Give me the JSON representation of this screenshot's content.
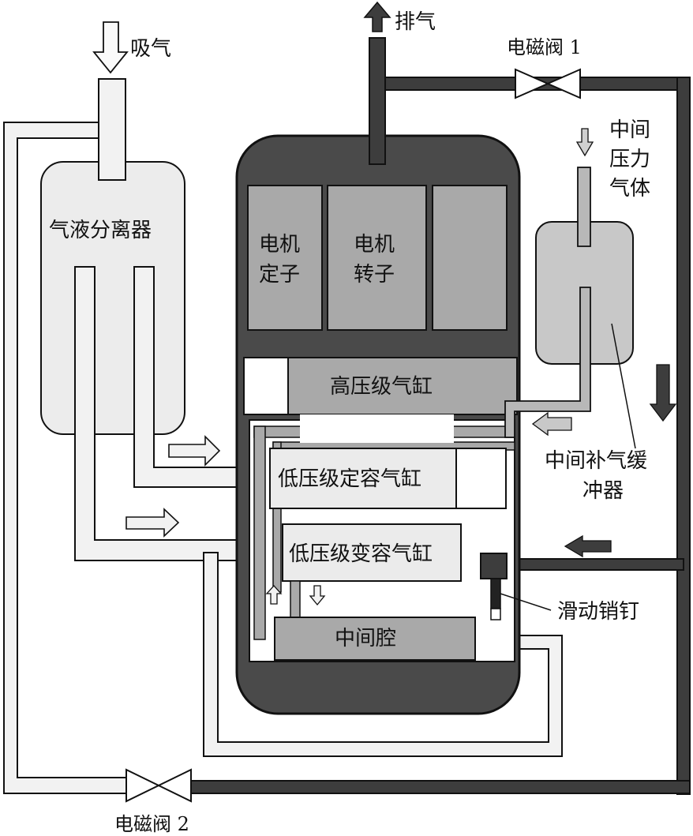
{
  "labels": {
    "intake": "吸气",
    "exhaust": "排气",
    "valve1": "电磁阀 1",
    "valve2": "电磁阀 2",
    "mid_pressure_gas_1": "中间",
    "mid_pressure_gas_2": "压力",
    "mid_pressure_gas_3": "气体",
    "separator": "气液分离器",
    "stator_1": "电机",
    "stator_2": "定子",
    "rotor_1": "电机",
    "rotor_2": "转子",
    "high_cyl": "高压级气缸",
    "low_fixed_cyl": "低压级定容气缸",
    "low_var_cyl": "低压级变容气缸",
    "mid_chamber": "中间腔",
    "buffer_1": "中间补气缓",
    "buffer_2": "冲器",
    "slide_pin": "滑动销钉"
  },
  "colors": {
    "shell": "#4a4a4a",
    "dark_pipe": "#3d3d3d",
    "light_pipe": "#f2f2f2",
    "component": "#a9a9a9",
    "tank": "#ececec",
    "buffer": "#c8c8c8",
    "outline": "#111111"
  }
}
